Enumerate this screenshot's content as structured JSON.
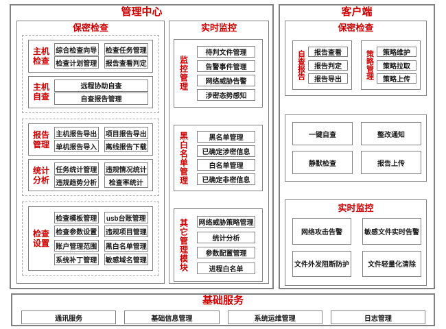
{
  "colors": {
    "accent_red": "#cc0000",
    "panel_border_gray": "#808080",
    "node_border_gray": "#7f7f7f"
  },
  "management": {
    "title": "管理中心",
    "secrecy": {
      "title": "保密检查",
      "host_check": {
        "label": "主机检查",
        "items": [
          "综合检查向导",
          "检查任务管理",
          "检查计划管理",
          "报告查看判定"
        ]
      },
      "host_self_check": {
        "label": "主机自查",
        "items": [
          "远程协助自查",
          "自查报告管理"
        ]
      },
      "report_mgmt": {
        "label": "报告管理",
        "items": [
          "主机报告导出",
          "项目报告导出",
          "单机报告导入",
          "离线报告下载"
        ]
      },
      "stats_analysis": {
        "label": "统计分析",
        "items": [
          "任务统计管理",
          "违规情况统计",
          "违规趋势分析",
          "检查率统计"
        ]
      },
      "check_settings": {
        "label": "检查设置",
        "items": [
          "检查模板管理",
          "usb台账管理",
          "检查参数设置",
          "违规项目管理",
          "账户管理范围",
          "黑白名单管理",
          "系统补丁管理",
          "敏感域名管理"
        ]
      }
    },
    "realtime": {
      "title": "实时监控",
      "monitor_mgmt": {
        "label": "监控管理",
        "items": [
          "待判文件管理",
          "告警事件管理",
          "网络威胁告警",
          "涉密态势感知"
        ]
      },
      "bw_list_mgmt": {
        "label": "黑白名单管理",
        "items": [
          "黑名单管理",
          "已确定涉密信息",
          "白名单管理",
          "已确定非密信息"
        ]
      },
      "other_modules": {
        "label": "其它管理模块",
        "items": [
          "网络威胁策略管理",
          "统计分析",
          "参数配置管理",
          "进程白名单"
        ]
      }
    }
  },
  "client": {
    "title": "客户端",
    "secrecy": {
      "title": "保密检查",
      "self_report": {
        "label": "自查报告",
        "items": [
          "报告查看",
          "报告判定",
          "报告导出"
        ]
      },
      "policy_mgmt": {
        "label": "策略管理",
        "items": [
          "策略维护",
          "策略拉取",
          "策略上传"
        ]
      }
    },
    "self_check_items": [
      "一键自查",
      "整改通知",
      "静默检查",
      "报告上传"
    ],
    "realtime": {
      "title": "实时监控",
      "items": [
        "网络攻击告警",
        "敏感文件实时告警",
        "文件外发阻断防护",
        "文件轻量化清除"
      ]
    }
  },
  "base_services": {
    "title": "基础服务",
    "items": [
      "通讯服务",
      "基础信息管理",
      "系统运维管理",
      "日志管理"
    ]
  }
}
